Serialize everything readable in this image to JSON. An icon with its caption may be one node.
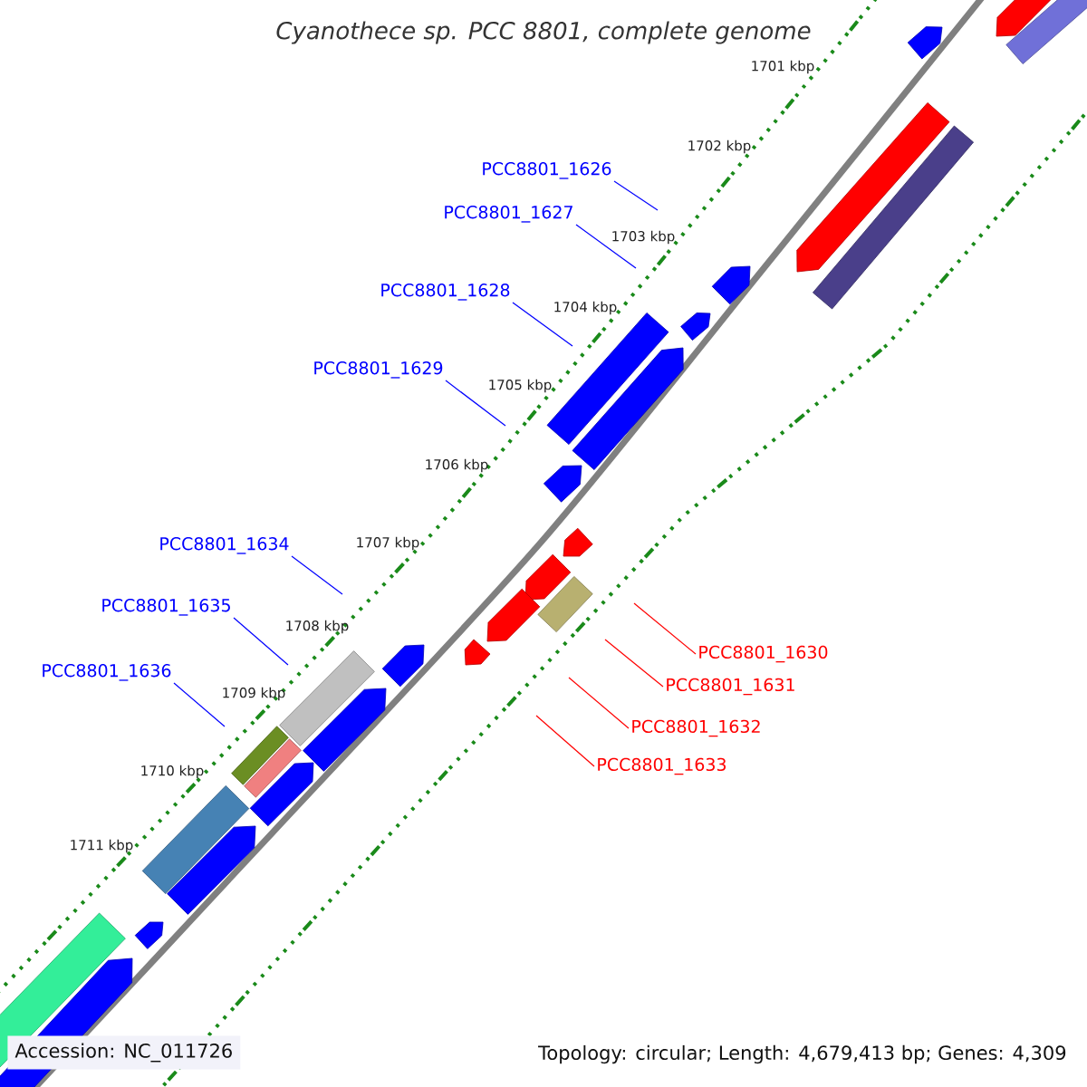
{
  "diagram": {
    "title": "Cyanothece sp. PCC 8801, complete genome",
    "nodes": [
      {
        "text": [
          "PCC8801_1626"
        ]
      },
      {
        "text": [
          "PCC8801_1627"
        ]
      },
      {
        "text": [
          "PCC8801_1628"
        ]
      },
      {
        "text": [
          "PCC8801_1629"
        ]
      },
      {
        "text": [
          "PCC8801_1634"
        ]
      },
      {
        "text": [
          "PCC8801_1635"
        ]
      },
      {
        "text": [
          "PCC8801_1636"
        ]
      },
      {
        "text": [
          "PCC8801_1630"
        ]
      },
      {
        "text": [
          "PCC8801_1631"
        ]
      },
      {
        "text": [
          "PCC8801_1632"
        ]
      },
      {
        "text": [
          "PCC8801_1633"
        ]
      }
    ],
    "edges": [
      {
        "from": 0,
        "to": null,
        "arrow": "none"
      },
      {
        "from": 1,
        "to": null,
        "arrow": "none"
      },
      {
        "from": 2,
        "to": null,
        "arrow": "none"
      },
      {
        "from": 3,
        "to": null,
        "arrow": "none"
      },
      {
        "from": 4,
        "to": null,
        "arrow": "none"
      },
      {
        "from": 5,
        "to": null,
        "arrow": "none"
      },
      {
        "from": 6,
        "to": null,
        "arrow": "none"
      },
      {
        "from": 7,
        "to": null,
        "arrow": "none",
        "color": "#ff0000"
      },
      {
        "from": 8,
        "to": null,
        "arrow": "none",
        "color": "#ff0000"
      },
      {
        "from": 9,
        "to": null,
        "arrow": "none",
        "color": "#ff0000"
      },
      {
        "from": 10,
        "to": null,
        "arrow": "none",
        "color": "#ff0000"
      }
    ],
    "labels": [
      "1701 kbp",
      "1702 kbp",
      "1703 kbp",
      "1704 kbp",
      "1705 kbp",
      "1706 kbp",
      "1707 kbp",
      "1708 kbp",
      "1709 kbp",
      "1710 kbp",
      "1711 kbp",
      "Accession: NC_011726",
      "Topology: circular; Length: 4,679,413 bp; Genes: 4,309"
    ]
  }
}
